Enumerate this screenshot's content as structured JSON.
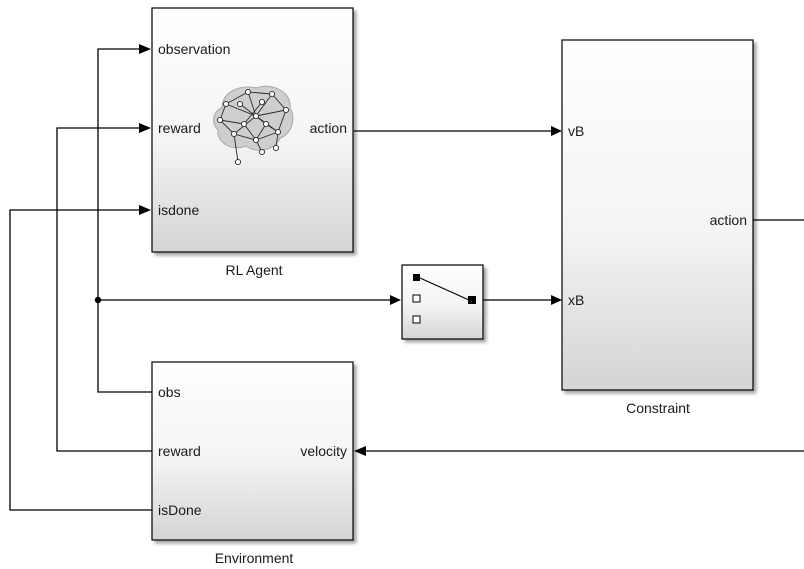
{
  "blocks": {
    "rl_agent": {
      "name": "RL Agent",
      "inputs": [
        "observation",
        "reward",
        "isdone"
      ],
      "output": "action"
    },
    "environment": {
      "name": "Environment",
      "inputs": [
        "obs",
        "reward",
        "isDone"
      ],
      "output": "velocity"
    },
    "constraint": {
      "name": "Constraint",
      "inputs": [
        "vB",
        "xB"
      ],
      "output": "action"
    }
  }
}
